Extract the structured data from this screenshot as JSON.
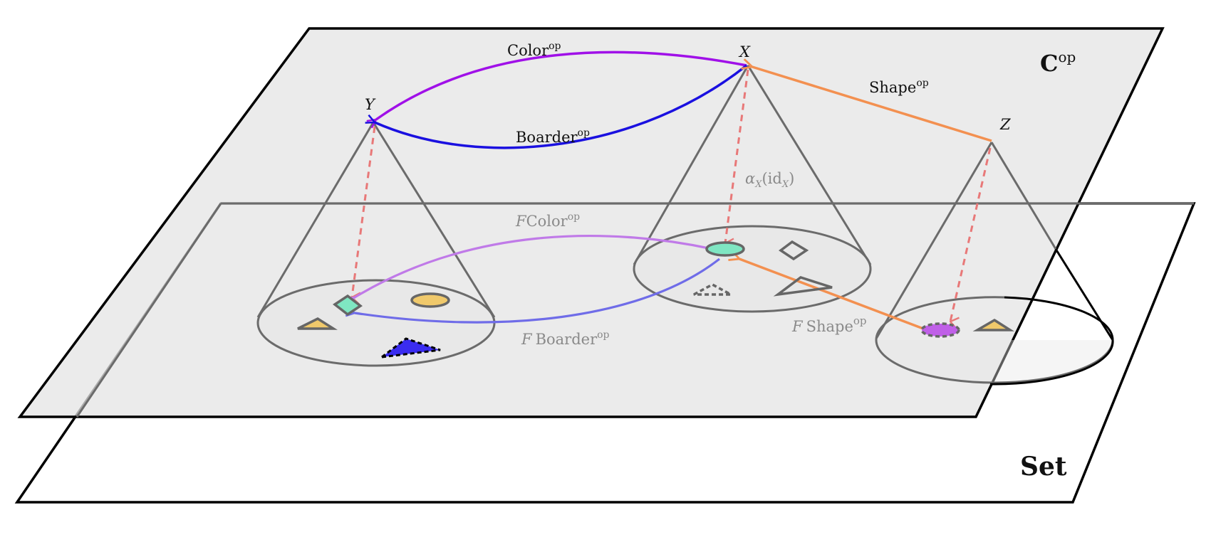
{
  "colors": {
    "plane_fill": "#ebebeb",
    "plane_stroke": "#000000",
    "cone_stroke": "#6b6b6b",
    "color_arrow": "#a010e8",
    "boarder_arrow": "#1a10e0",
    "shape_arrow": "#f39050",
    "fcolor_arrow": "#c07ae8",
    "fboarder_arrow": "#6f6ce8",
    "dashed_arrow": "#e87878",
    "teal": "#7fe6c2",
    "yellow": "#f0c96b",
    "purple": "#c060e8",
    "blue": "#3a2cf0"
  },
  "planes": {
    "top": {
      "label": "C",
      "label_sup": "op"
    },
    "bottom": {
      "label": "Set"
    }
  },
  "objects": {
    "x": "X",
    "y": "Y",
    "z": "Z"
  },
  "morphisms": {
    "color": {
      "name": "Color",
      "sup": "op"
    },
    "boarder": {
      "name": "Boarder",
      "sup": "op"
    },
    "shape": {
      "name": "Shape",
      "sup": "op"
    }
  },
  "functor_maps": {
    "fcolor": {
      "f": "F",
      "name": "Color",
      "sup": "op"
    },
    "fboarder": {
      "f": "F",
      "name": "Boarder",
      "sup": "op"
    },
    "fshape": {
      "f": "F",
      "name": "Shape",
      "sup": "op"
    }
  },
  "alpha_label": {
    "alpha": "α",
    "sub": "X",
    "open": "(",
    "id": "id",
    "id_sub": "X",
    "close": ")"
  }
}
